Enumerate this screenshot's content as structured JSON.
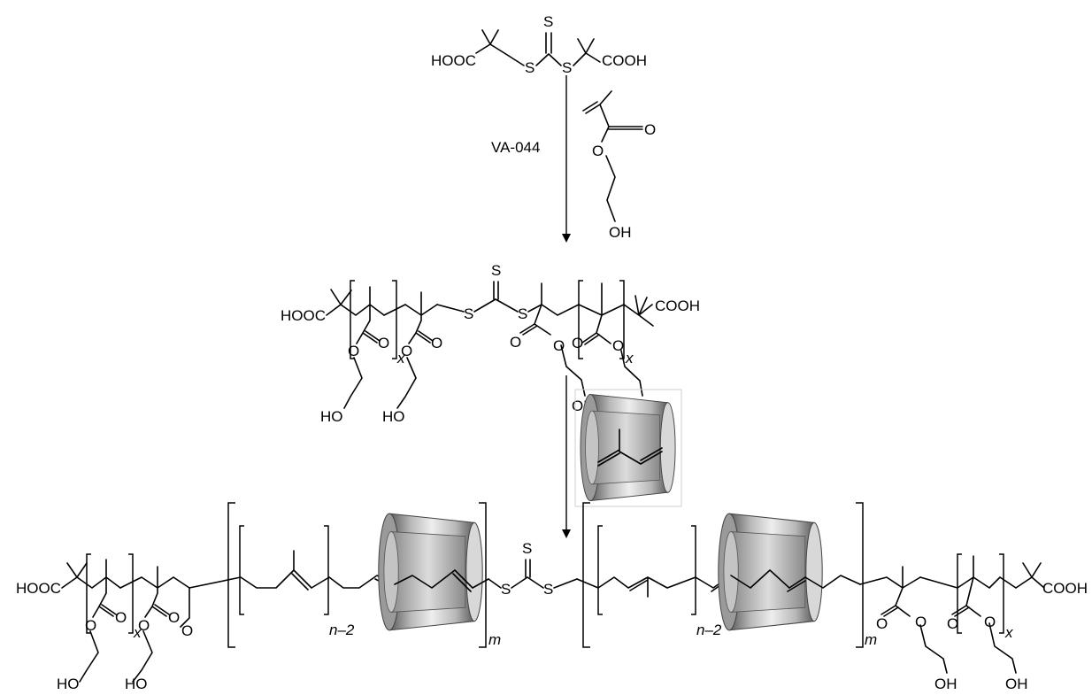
{
  "labels": {
    "hooc": "HOOC",
    "cooh": "COOH",
    "cooh_cut": "COOH",
    "s": "S",
    "o": "O",
    "oh": "OH",
    "ho": "HO",
    "reagent": "VA-044",
    "sub_x": "x",
    "sub_n2": "n–2",
    "sub_m": "m"
  },
  "colors": {
    "cd_dark": "#5a5a5a",
    "cd_mid": "#b8b8b8",
    "cd_light": "#eeeeee",
    "line": "#000000"
  },
  "icons": {
    "host": "cyclodextrin-cone-icon",
    "guest": "isoprene-icon"
  }
}
